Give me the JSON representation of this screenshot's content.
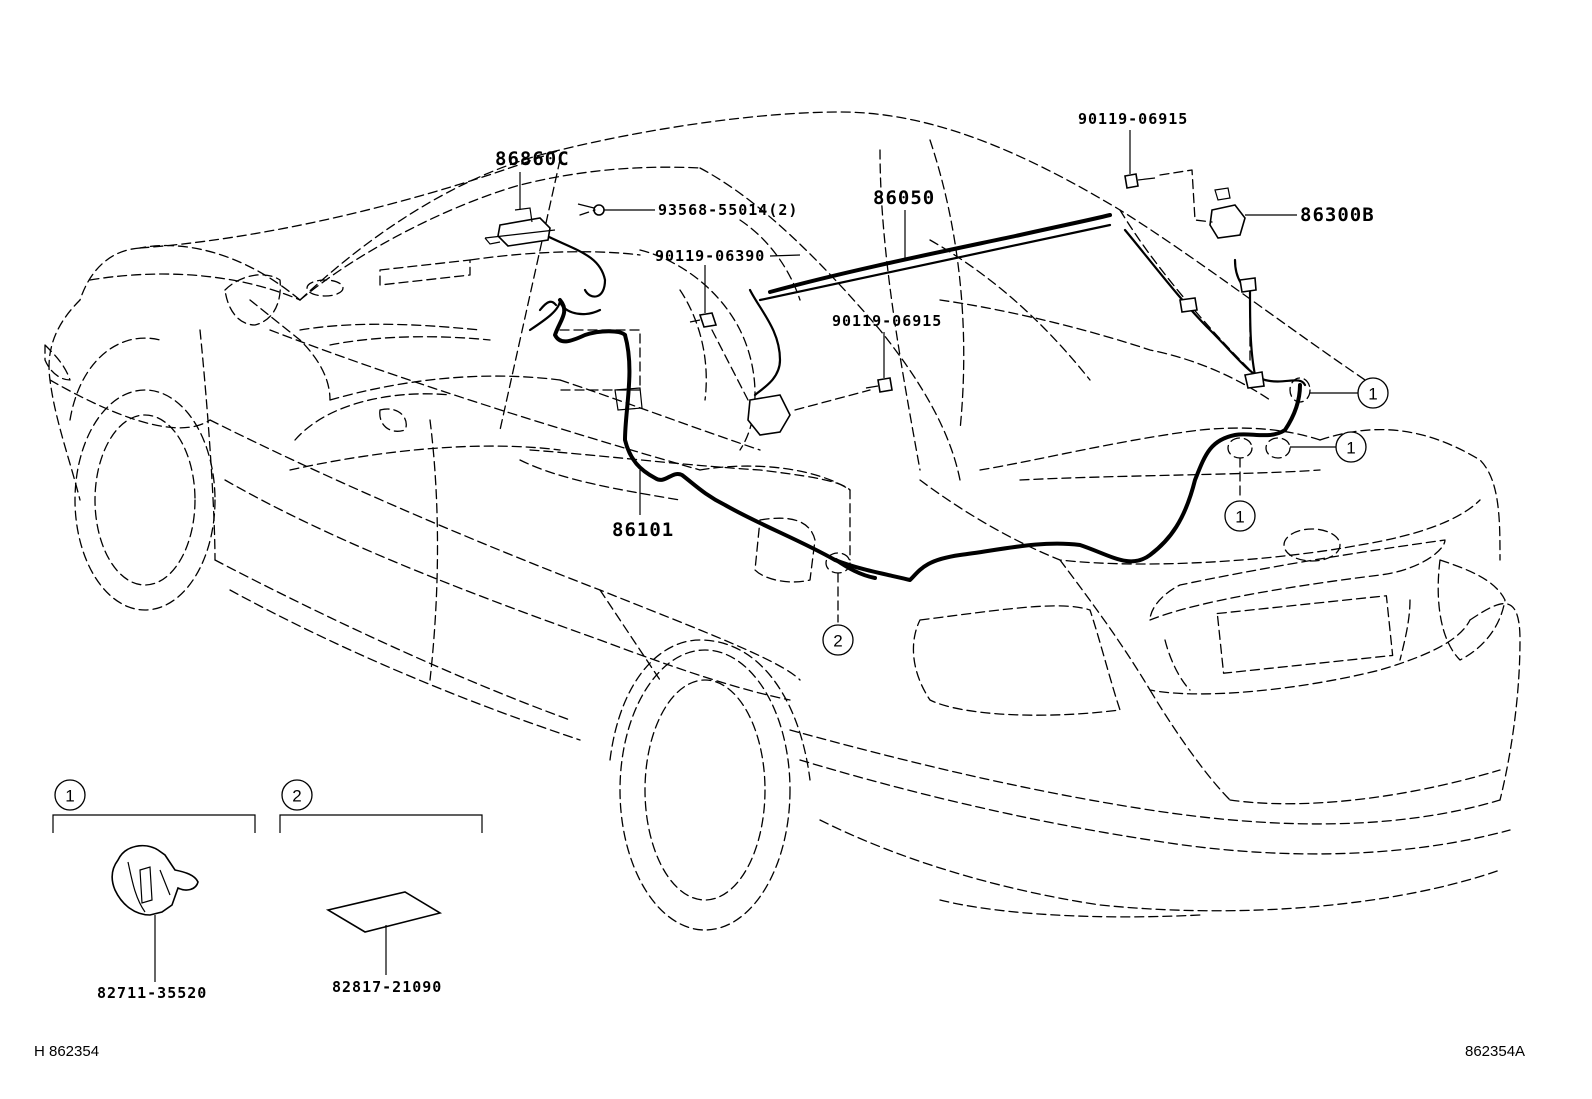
{
  "parts": {
    "p86860C": "86860C",
    "p93568": "93568-55014(2)",
    "p90119_06390": "90119-06390",
    "p86050": "86050",
    "p90119_06915_top": "90119-06915",
    "p86300B": "86300B",
    "p90119_06915_mid": "90119-06915",
    "p86101": "86101",
    "p82711": "82711-35520",
    "p82817": "82817-21090"
  },
  "callouts": {
    "one": "1",
    "two": "2"
  },
  "footer": {
    "left_code": "H 862354",
    "right_code": "862354A"
  }
}
